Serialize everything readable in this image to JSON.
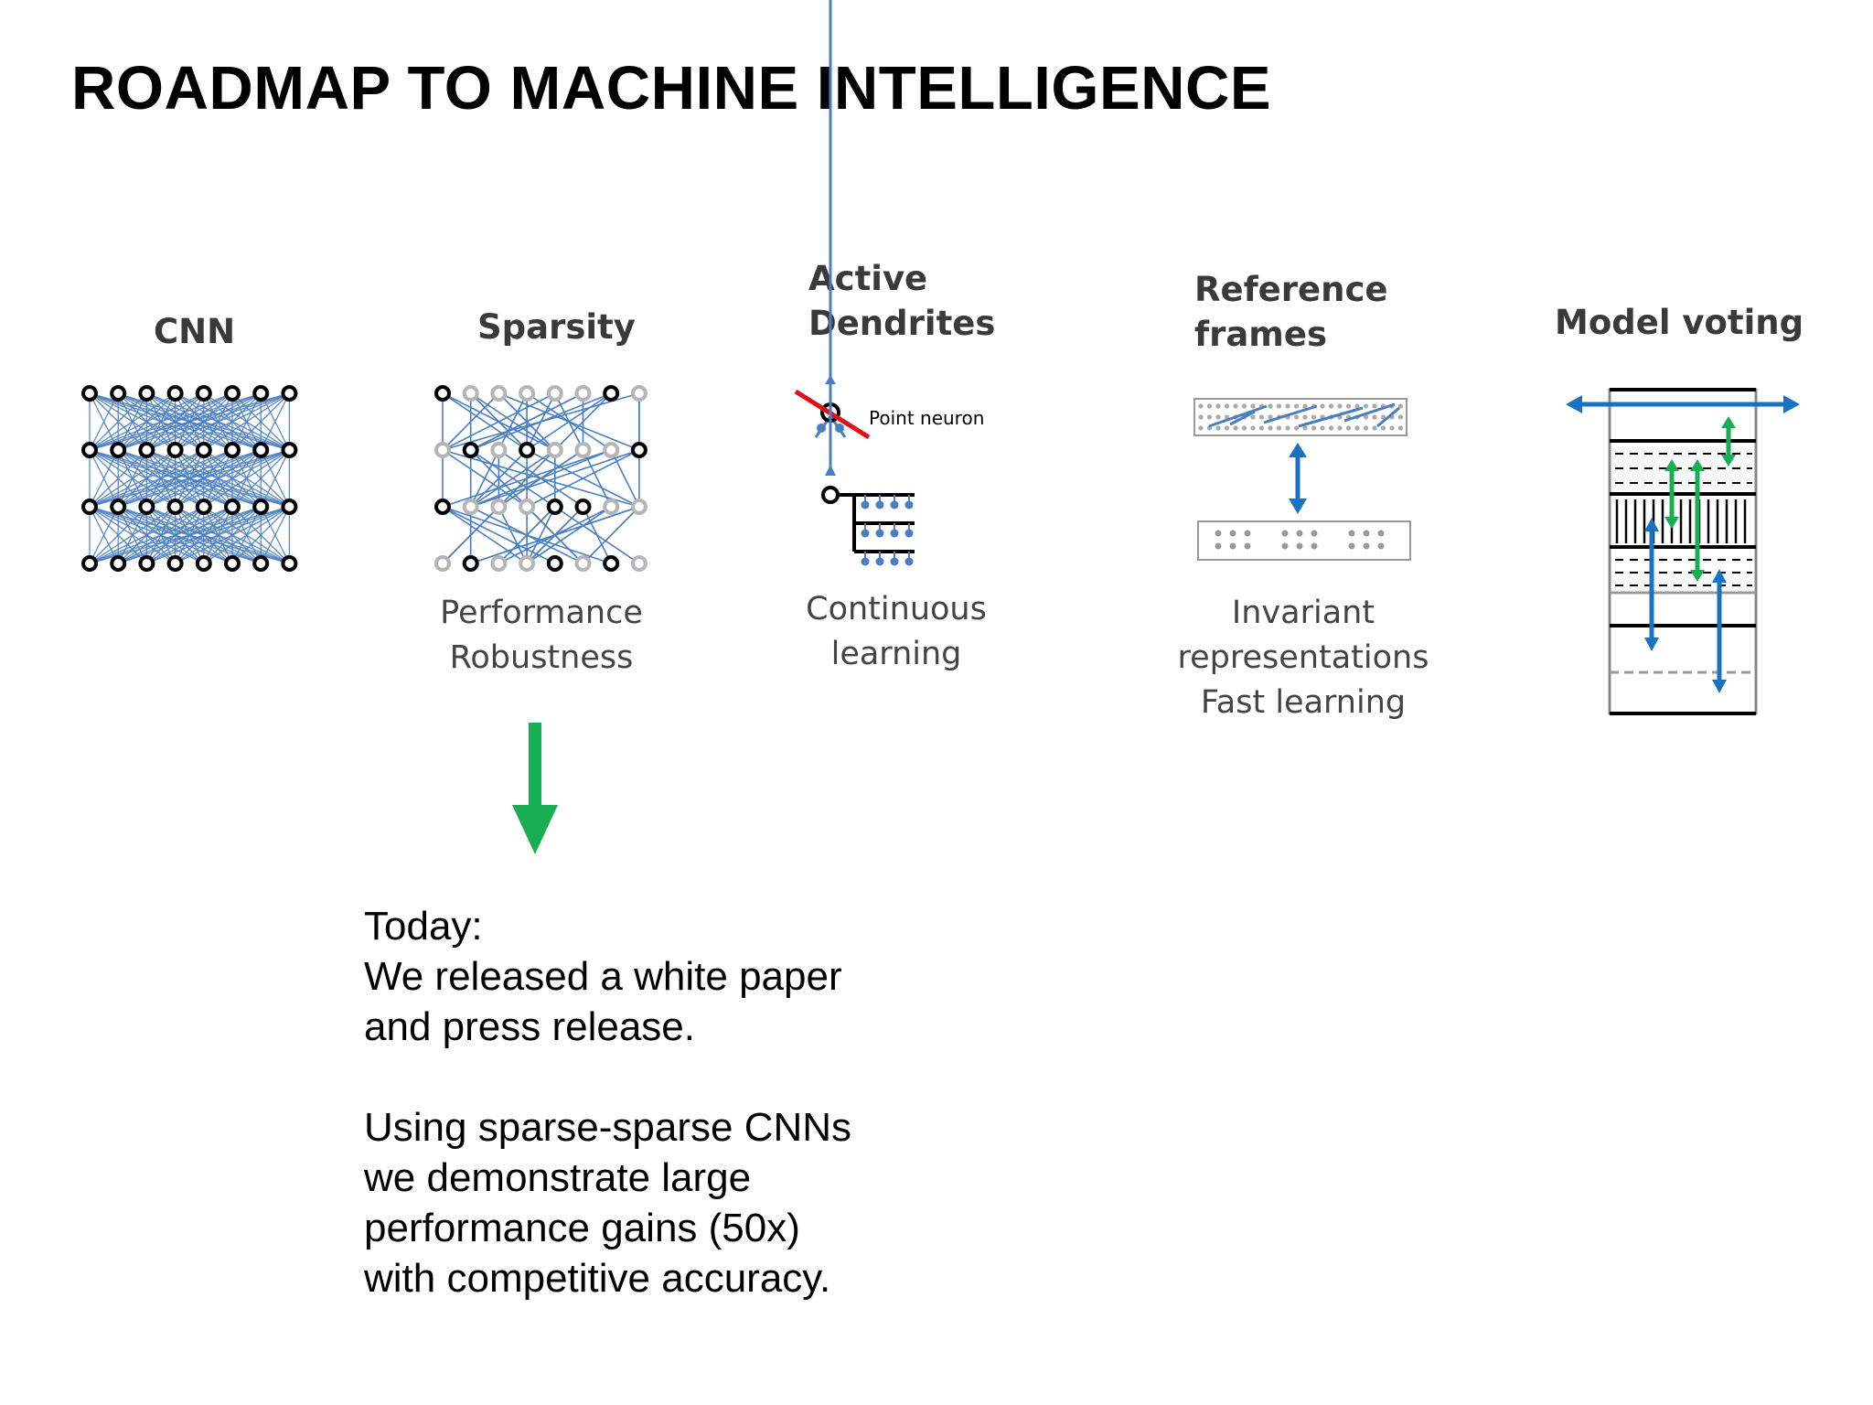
{
  "slide": {
    "title": "ROADMAP TO MACHINE INTELLIGENCE"
  },
  "columns": {
    "cnn": {
      "heading": "CNN"
    },
    "sparsity": {
      "heading": "Sparsity",
      "subtitle": [
        "Performance",
        "Robustness"
      ]
    },
    "active_dendrites": {
      "heading": [
        "Active",
        "Dendrites"
      ],
      "subtitle": [
        "Continuous",
        "learning"
      ],
      "point_neuron_label": "Point neuron"
    },
    "reference_frames": {
      "heading": [
        "Reference",
        "frames"
      ],
      "subtitle": [
        "Invariant",
        "representations",
        "Fast learning"
      ]
    },
    "model_voting": {
      "heading": "Model voting"
    }
  },
  "today": {
    "lines": [
      "Today:",
      "We released a white paper",
      "and press release.",
      "",
      "Using sparse-sparse CNNs",
      "we demonstrate large",
      "performance gains (50x)",
      "with competitive accuracy."
    ]
  },
  "colors": {
    "blue": "#4a7ec2",
    "arrow_blue": "#1a73c0",
    "green": "#1aae54",
    "red": "#e0101a",
    "gray_node": "#b5b5b5"
  }
}
